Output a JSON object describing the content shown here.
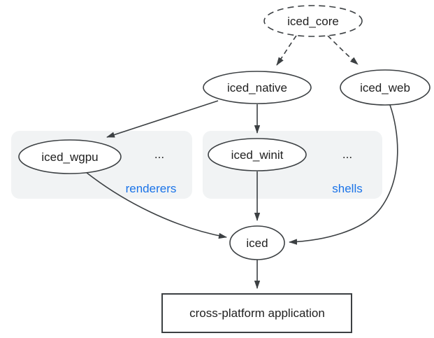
{
  "nodes": {
    "iced_core": {
      "label": "iced_core",
      "shape": "ellipse-dashed"
    },
    "iced_native": {
      "label": "iced_native",
      "shape": "ellipse"
    },
    "iced_web": {
      "label": "iced_web",
      "shape": "ellipse"
    },
    "iced_wgpu": {
      "label": "iced_wgpu",
      "shape": "ellipse"
    },
    "iced_winit": {
      "label": "iced_winit",
      "shape": "ellipse"
    },
    "iced": {
      "label": "iced",
      "shape": "ellipse"
    },
    "application": {
      "label": "cross-platform application",
      "shape": "rectangle"
    }
  },
  "groups": {
    "renderers": {
      "label": "renderers",
      "ellipsis": "...",
      "members": [
        "iced_wgpu",
        "..."
      ]
    },
    "shells": {
      "label": "shells",
      "ellipsis": "...",
      "members": [
        "iced_winit",
        "..."
      ]
    }
  },
  "edges": [
    {
      "from": "iced_core",
      "to": "iced_native",
      "style": "dashed"
    },
    {
      "from": "iced_core",
      "to": "iced_web",
      "style": "dashed"
    },
    {
      "from": "iced_native",
      "to": "iced_wgpu",
      "style": "solid"
    },
    {
      "from": "iced_native",
      "to": "iced_winit",
      "style": "solid"
    },
    {
      "from": "iced_wgpu",
      "to": "iced",
      "style": "solid"
    },
    {
      "from": "iced_winit",
      "to": "iced",
      "style": "solid"
    },
    {
      "from": "iced_web",
      "to": "iced",
      "style": "solid"
    },
    {
      "from": "iced",
      "to": "application",
      "style": "solid"
    }
  ],
  "colors": {
    "stroke": "#3c4043",
    "node_text": "#212121",
    "group_label_text": "#1a73e8",
    "group_background": "#f1f3f4",
    "background": "#ffffff"
  }
}
